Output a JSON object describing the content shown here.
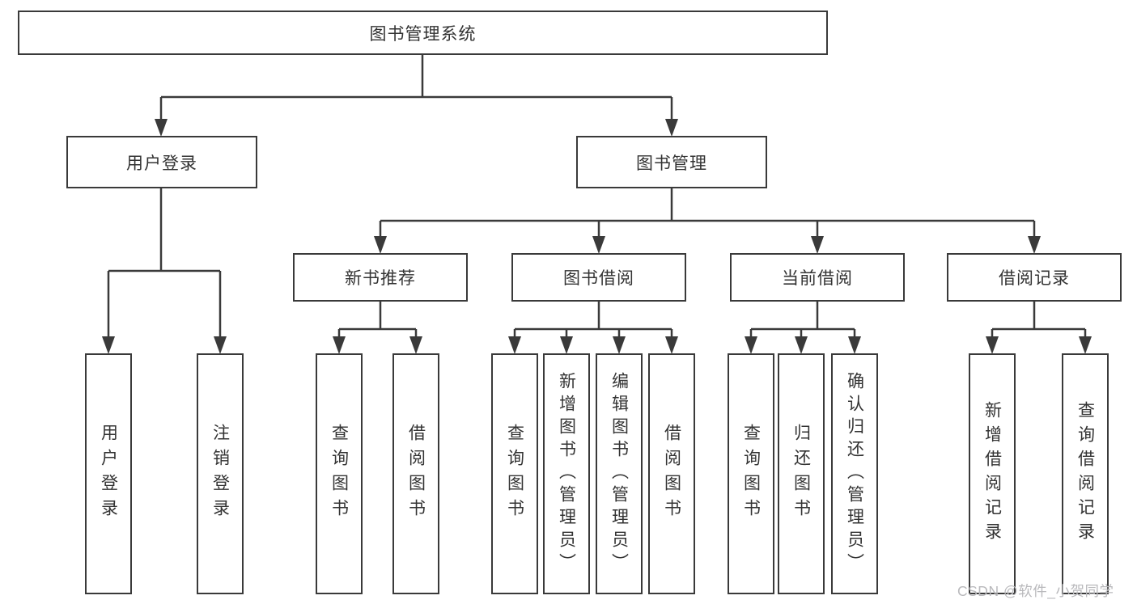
{
  "diagram": {
    "root": {
      "label": "图书管理系统"
    },
    "branches": [
      {
        "label": "用户登录",
        "children": [
          "用户登录",
          "注销登录"
        ]
      },
      {
        "label": "图书管理",
        "children": [
          {
            "label": "新书推荐",
            "children": [
              "查询图书",
              "借阅图书"
            ]
          },
          {
            "label": "图书借阅",
            "children": [
              "查询图书",
              "新增图书（管理员）",
              "编辑图书（管理员）",
              "借阅图书"
            ]
          },
          {
            "label": "当前借阅",
            "children": [
              "查询图书",
              "归还图书",
              "确认归还（管理员）"
            ]
          },
          {
            "label": "借阅记录",
            "children": [
              "新增借阅记录",
              "查询借阅记录"
            ]
          }
        ]
      }
    ]
  },
  "watermark": "CSDN @软件_小贺同学",
  "colors": {
    "line": "#3a3a3a",
    "text": "#333333",
    "watermark_text": "#b9b9bc",
    "background": "#ffffff"
  }
}
